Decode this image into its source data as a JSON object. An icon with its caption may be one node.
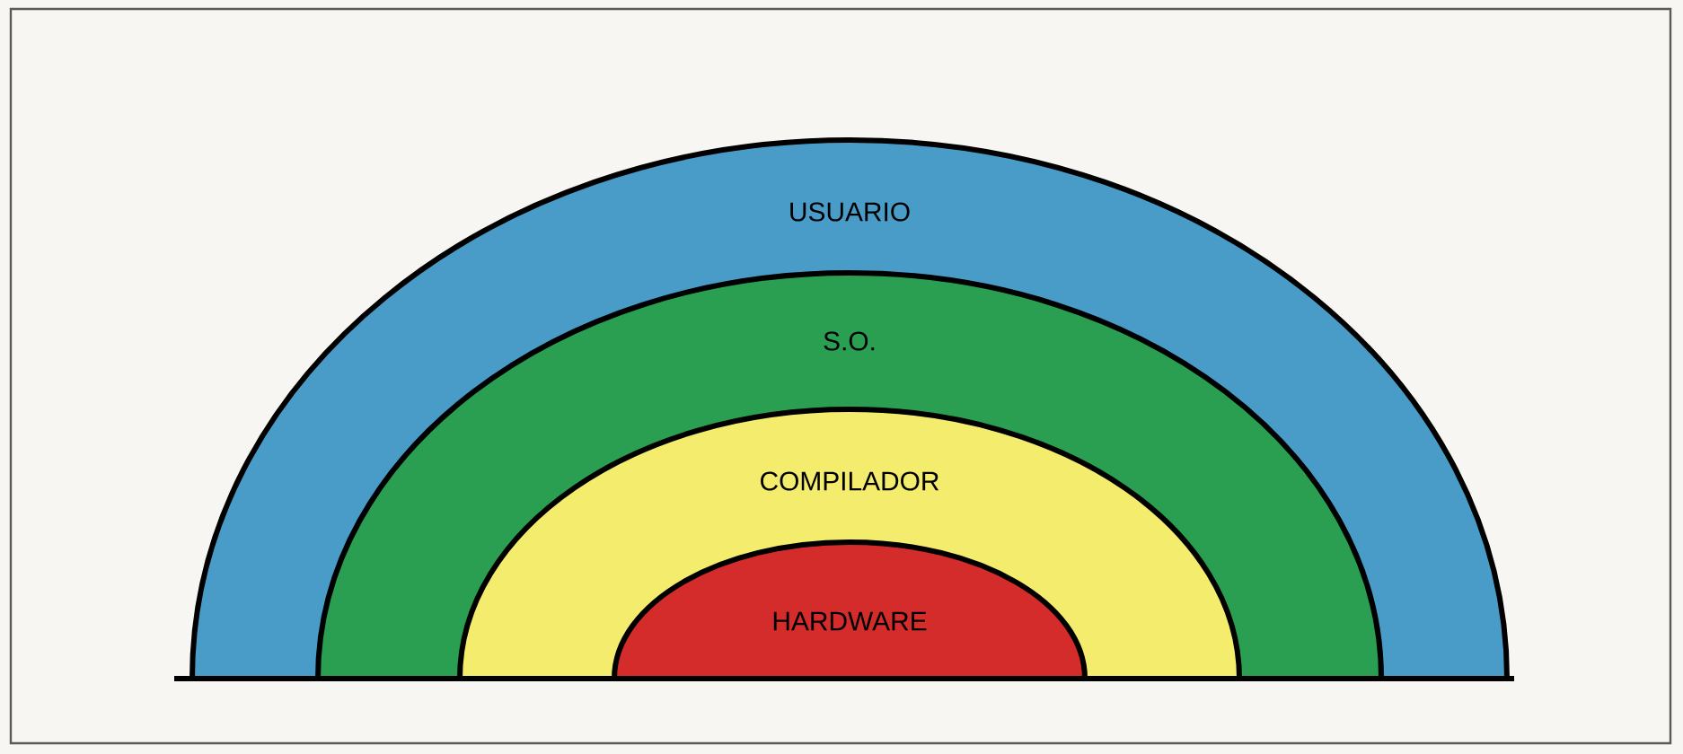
{
  "diagram": {
    "nodes": [
      {
        "text": [
          "USUARIO"
        ]
      },
      {
        "text": [
          "S.O."
        ],
        "in": 0
      },
      {
        "text": [
          "COMPILADOR"
        ],
        "in": 1
      },
      {
        "text": [
          "HARDWARE"
        ],
        "in": 2
      }
    ]
  }
}
